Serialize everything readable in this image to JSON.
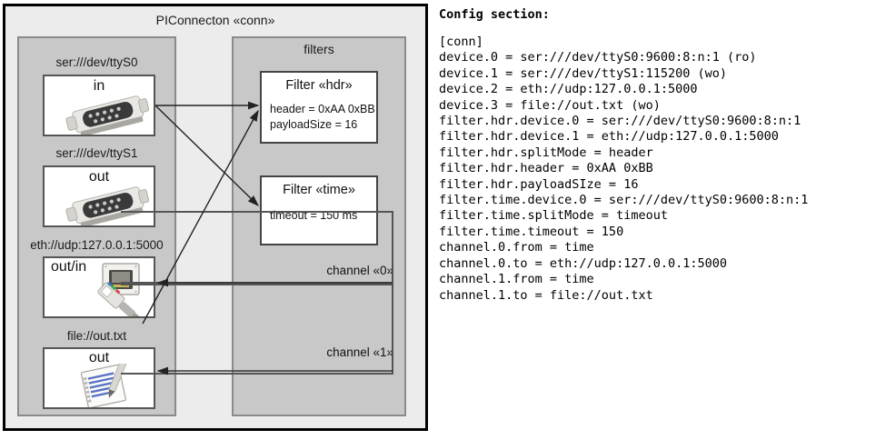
{
  "diagram": {
    "title": "PIConnecton «conn»",
    "connectors_panel": {
      "name": "connectors-panel",
      "devices": [
        {
          "label": "ser:///dev/ttyS0",
          "direction": "in",
          "icon": "serial-port-icon"
        },
        {
          "label": "ser:///dev/ttyS1",
          "direction": "out",
          "icon": "serial-port-icon"
        },
        {
          "label": "eth://udp:127.0.0.1:5000",
          "direction": "out/in",
          "icon": "ethernet-plug-icon"
        },
        {
          "label": "file://out.txt",
          "direction": "out",
          "icon": "text-file-icon"
        }
      ]
    },
    "filters_panel": {
      "title": "filters",
      "filters": [
        {
          "title": "Filter «hdr»",
          "props": [
            "header = 0xAA 0xBB",
            "payloadSize = 16"
          ]
        },
        {
          "title": "Filter «time»",
          "props": [
            "timeout = 150 ms"
          ]
        }
      ],
      "channels": [
        {
          "label": "channel «0»"
        },
        {
          "label": "channel «1»"
        }
      ]
    }
  },
  "config": {
    "heading": "Config section:",
    "lines": [
      "[conn]",
      "device.0 = ser:///dev/ttyS0:9600:8:n:1 (ro)",
      "device.1 = ser:///dev/ttyS1:115200 (wo)",
      "device.2 = eth://udp:127.0.0.1:5000",
      "device.3 = file://out.txt (wo)",
      "filter.hdr.device.0 = ser:///dev/ttyS0:9600:8:n:1",
      "filter.hdr.device.1 = eth://udp:127.0.0.1:5000",
      "filter.hdr.splitMode = header",
      "filter.hdr.header = 0xAA 0xBB",
      "filter.hdr.payloadSIze = 16",
      "filter.time.device.0 = ser:///dev/ttyS0:9600:8:n:1",
      "filter.time.splitMode = timeout",
      "filter.time.timeout = 150",
      "channel.0.from = time",
      "channel.0.to = eth://udp:127.0.0.1:5000",
      "channel.1.from = time",
      "channel.1.to = file://out.txt"
    ]
  },
  "colors": {
    "frame_border": "#000000",
    "outer_fill": "#ececec",
    "panel_fill": "#c8c8c8",
    "panel_border": "#8a8a8a",
    "box_fill": "#ffffff",
    "box_border": "#555555",
    "arrow": "#222222"
  }
}
